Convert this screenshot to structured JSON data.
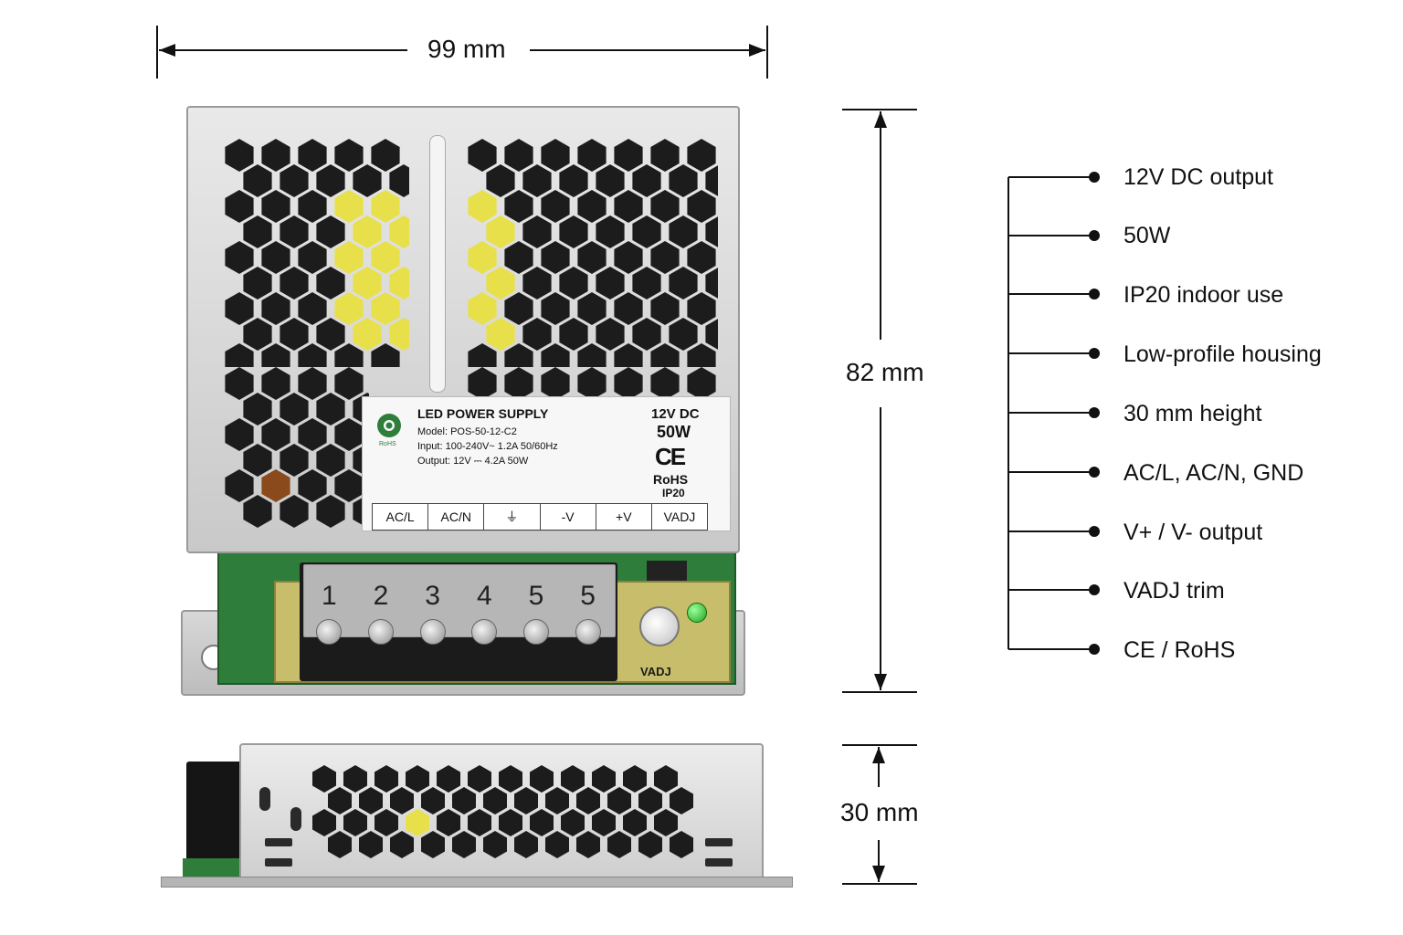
{
  "dimensions": {
    "width": "99 mm",
    "height": "82 mm",
    "depth": "30 mm"
  },
  "features": [
    "12V DC output",
    "50W",
    "IP20 indoor use",
    "Low-profile housing",
    "30 mm height",
    "AC/L, AC/N, GND",
    "V+ / V- output",
    "VADJ trim",
    "CE / RoHS"
  ],
  "product_label": {
    "title": "LED POWER SUPPLY",
    "model": "Model: POS-50-12-C2",
    "input": "Input: 100-240V~  1.2A 50/60Hz",
    "output": "Output: 12V ⎓  4.2A 50W",
    "voltage": "12V DC",
    "wattage": "50W",
    "ce": "CE",
    "rohs": "RoHS",
    "ip": "IP20",
    "rohs_badge": "RoHS"
  },
  "terminal_labels": [
    "AC/L",
    "AC/N",
    "⏚",
    "-V",
    "+V",
    "VADJ"
  ],
  "terminal_numbers": [
    "1",
    "2",
    "3",
    "4",
    "5",
    "5"
  ],
  "pot_label": "VADJ",
  "colors": {
    "pcb_green": "#2f7d3a",
    "led_green": "#1fa31f",
    "chassis_gray": "#d6d6d6"
  }
}
